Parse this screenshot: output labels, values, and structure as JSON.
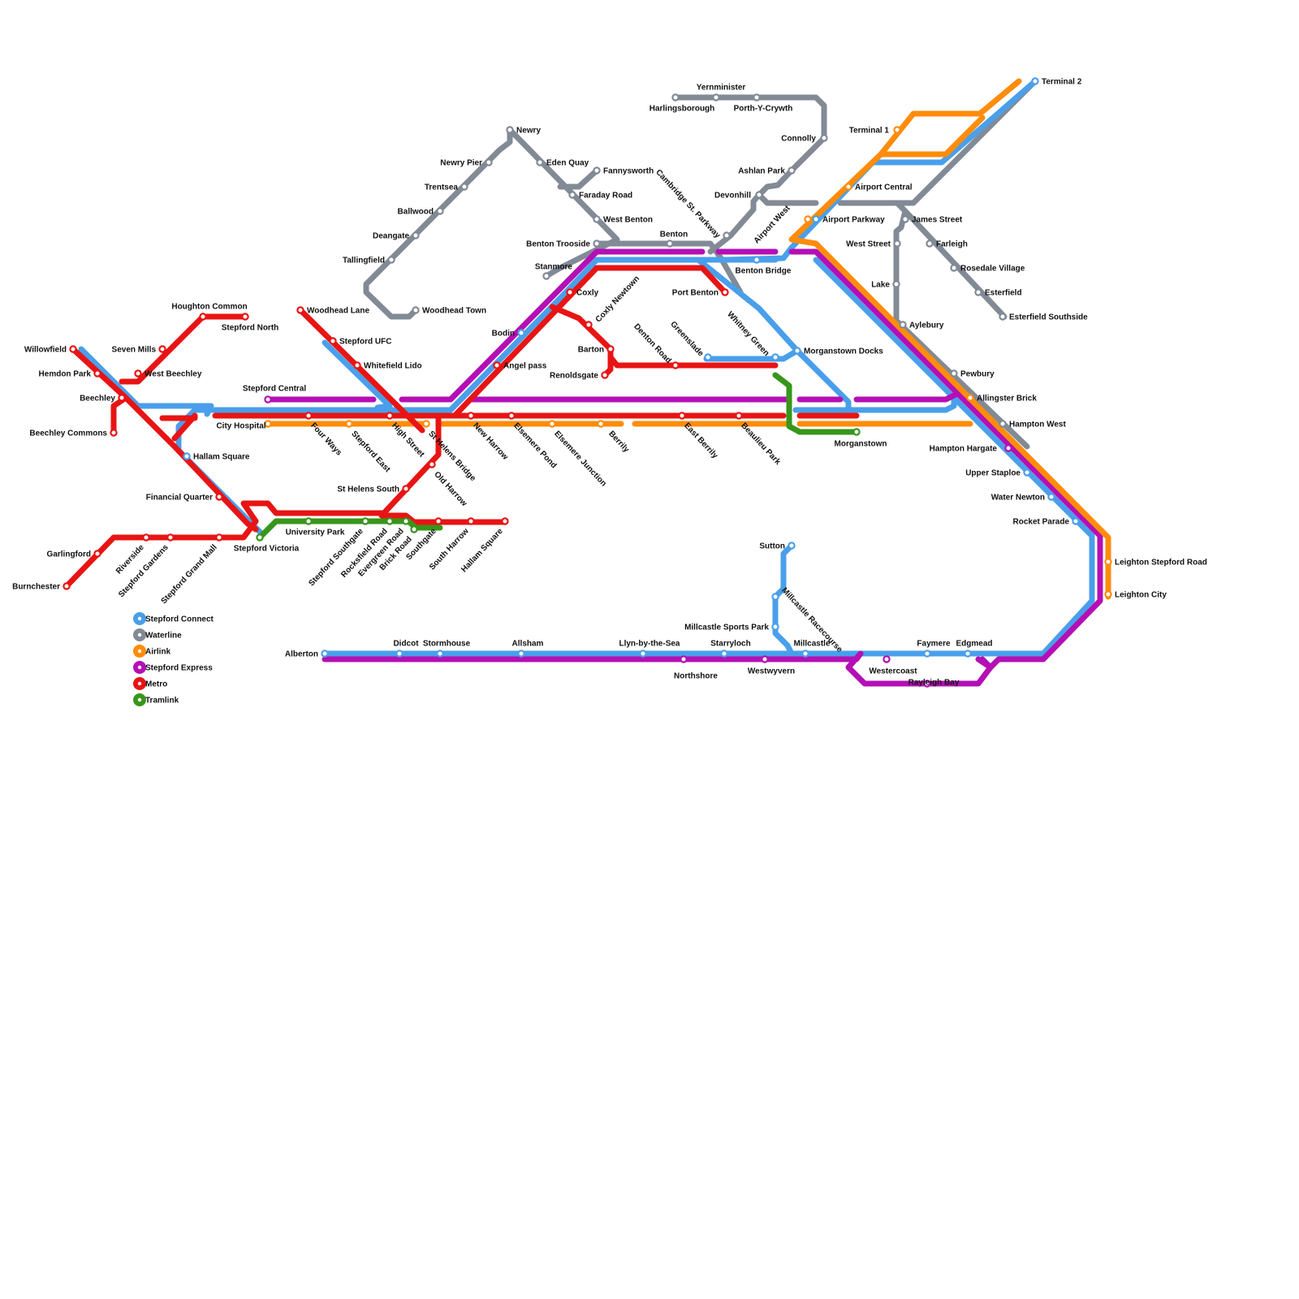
{
  "lines": [
    {
      "id": "connect",
      "name": "Stepford Connect",
      "color": "#4a9fea"
    },
    {
      "id": "waterline",
      "name": "Waterline",
      "color": "#828a96"
    },
    {
      "id": "airlink",
      "name": "Airlink",
      "color": "#ff8c0a"
    },
    {
      "id": "express",
      "name": "Stepford Express",
      "color": "#b40fb5"
    },
    {
      "id": "metro",
      "name": "Metro",
      "color": "#e81414"
    },
    {
      "id": "tramlink",
      "name": "Tramlink",
      "color": "#37961a"
    }
  ],
  "stations": {
    "yernminister": "Yernminister",
    "harlingsborough": "Harlingsborough",
    "porth_y_crywth": "Porth-Y-Crywth",
    "connolly": "Connolly",
    "terminal_2": "Terminal 2",
    "terminal_1": "Terminal 1",
    "newry": "Newry",
    "newry_pier": "Newry Pier",
    "eden_quay": "Eden Quay",
    "fannysworth": "Fannysworth",
    "trentsea": "Trentsea",
    "faraday_road": "Faraday Road",
    "ashlan_park": "Ashlan Park",
    "devonhill": "Devonhill",
    "cambridge_st_parkway": "Cambridge St. Parkway",
    "airport_central": "Airport Central",
    "ballwood": "Ballwood",
    "west_benton": "West Benton",
    "airport_west": "Airport West",
    "airport_parkway": "Airport Parkway",
    "james_street": "James Street",
    "deangate": "Deangate",
    "benton_trooside": "Benton Trooside",
    "benton": "Benton",
    "west_street": "West Street",
    "farleigh": "Farleigh",
    "tallingfield": "Tallingfield",
    "stanmore": "Stanmore",
    "benton_bridge": "Benton Bridge",
    "rosedale_village": "Rosedale Village",
    "lake": "Lake",
    "coxly": "Coxly",
    "port_benton": "Port Benton",
    "esterfield": "Esterfield",
    "coxly_newtown": "Coxly Newtown",
    "houghton_common": "Houghton Common",
    "woodhead_lane": "Woodhead Lane",
    "woodhead_town": "Woodhead Town",
    "esterfield_southside": "Esterfield Southside",
    "stepford_north": "Stepford North",
    "aylebury": "Aylebury",
    "bodin": "Bodin",
    "whitney_green": "Whitney Green",
    "denton_road": "Denton Road",
    "greenslade": "Greenslade",
    "stepford_ufc": "Stepford UFC",
    "barton": "Barton",
    "morganstown_docks": "Morganstown Docks",
    "willowfield": "Willowfield",
    "seven_mills": "Seven Mills",
    "whitefield_lido": "Whitefield Lido",
    "angel_pass": "Angel pass",
    "renoldsgate": "Renoldsgate",
    "pewbury": "Pewbury",
    "hemdon_park": "Hemdon Park",
    "west_beechley": "West Beechley",
    "stepford_central": "Stepford Central",
    "beechley": "Beechley",
    "allingster_brick": "Allingster Brick",
    "city_hospital": "City Hospital",
    "four_ways": "Four Ways",
    "stepford_east": "Stepford East",
    "high_street": "High Street",
    "st_helens_bridge": "St Helens Bridge",
    "new_harrow": "New Harrow",
    "elsemere_pond": "Elsemere Pond",
    "elsemere_junction": "Elsemere Junction",
    "berrily": "Berrily",
    "east_berrily": "East Berrily",
    "beaulieu_park": "Beaulieu Park",
    "hampton_west": "Hampton West",
    "beechley_commons": "Beechley Commons",
    "morganstown": "Morganstown",
    "hampton_hargate": "Hampton Hargate",
    "hallam_square": "Hallam Square",
    "old_harrow": "Old Harrow",
    "upper_staploe": "Upper Staploe",
    "st_helens_south": "St Helens South",
    "financial_quarter": "Financial Quarter",
    "water_newton": "Water Newton",
    "rocket_parade": "Rocket Parade",
    "university_park": "University Park",
    "stepford_victoria": "Stepford Victoria",
    "stepford_southgate": "Stepford Southgate",
    "rocksfield_road": "Rocksfield Road",
    "evergreen_road": "Evergreen Road",
    "brick_road": "Brick Road",
    "southgate": "Southgate",
    "south_harrow": "South Harrow",
    "hallam_square_2": "Hallam Square",
    "sutton": "Sutton",
    "leighton_stepford_road": "Leighton Stepford Road",
    "garlingford": "Garlingford",
    "riverside": "Riverside",
    "stepford_gardens": "Stepford Gardens",
    "stepford_grand_mall": "Stepford Grand Mall",
    "burnchester": "Burnchester",
    "leighton_city": "Leighton City",
    "millcastle_racecourse": "Millcastle Racecourse",
    "millcastle_sports_park": "Millcastle Sports Park",
    "didcot": "Didcot",
    "stormhouse": "Stormhouse",
    "allsham": "Allsham",
    "llyn_by_the_sea": "Llyn-by-the-Sea",
    "starryloch": "Starryloch",
    "millcastle": "Millcastle",
    "faymere": "Faymere",
    "edgmead": "Edgmead",
    "alberton": "Alberton",
    "westwyvern": "Westwyvern",
    "westercoast": "Westercoast",
    "northshore": "Northshore",
    "rayleigh_bay": "Rayleigh Bay"
  }
}
